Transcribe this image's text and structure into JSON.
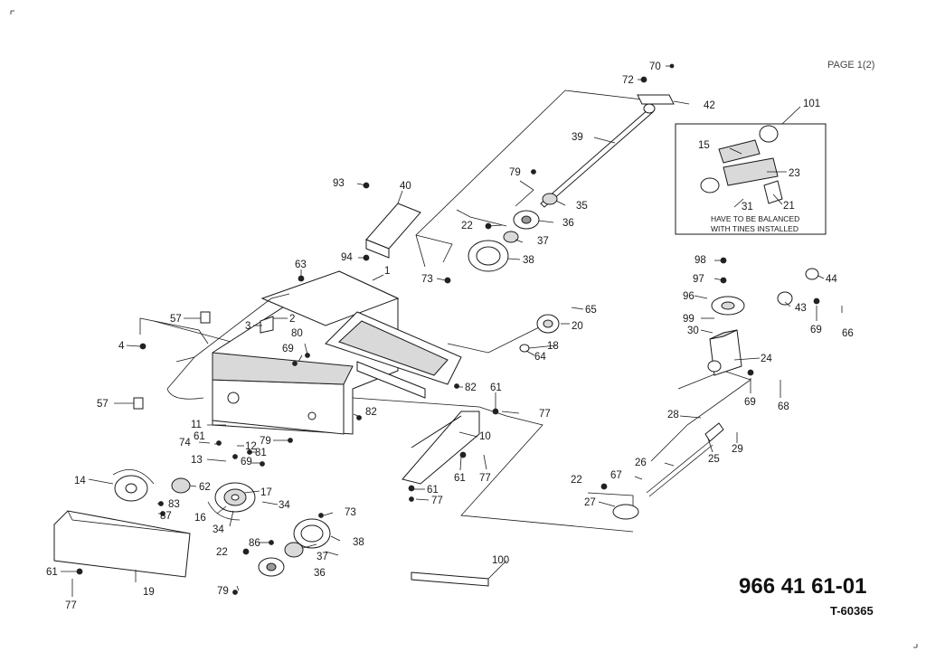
{
  "page_label": "PAGE 1(2)",
  "part_number": "966 41 61-01",
  "drawing_number": "T-60365",
  "balance_note": {
    "line1": "HAVE TO BE BALANCED",
    "line2": "WITH TINES INSTALLED"
  },
  "labels": {
    "p1": "1",
    "p2": "2",
    "p3": "3",
    "p4": "4",
    "p10": "10",
    "p11": "11",
    "p12": "12",
    "p13": "13",
    "p14": "14",
    "p15": "15",
    "p16": "16",
    "p17": "17",
    "p18": "18",
    "p19": "19",
    "p20": "20",
    "p21": "21",
    "p22a": "22",
    "p22b": "22",
    "p22c": "22",
    "p23": "23",
    "p24": "24",
    "p25": "25",
    "p26": "26",
    "p27": "27",
    "p28": "28",
    "p29": "29",
    "p30": "30",
    "p31": "31",
    "p34a": "34",
    "p34b": "34",
    "p35": "35",
    "p36a": "36",
    "p36b": "36",
    "p37a": "37",
    "p37b": "37",
    "p38a": "38",
    "p38b": "38",
    "p39": "39",
    "p40": "40",
    "p42": "42",
    "p43": "43",
    "p44": "44",
    "p57a": "57",
    "p57b": "57",
    "p61a": "61",
    "p61b": "61",
    "p61c": "61",
    "p61d": "61",
    "p61e": "61",
    "p62": "62",
    "p63": "63",
    "p64": "64",
    "p65": "65",
    "p66": "66",
    "p67": "67",
    "p68": "68",
    "p69a": "69",
    "p69b": "69",
    "p69c": "69",
    "p69d": "69",
    "p70": "70",
    "p72": "72",
    "p73a": "73",
    "p73b": "73",
    "p74": "74",
    "p77a": "77",
    "p77b": "77",
    "p77c": "77",
    "p77d": "77",
    "p79a": "79",
    "p79b": "79",
    "p79c": "79",
    "p80": "80",
    "p81": "81",
    "p82a": "82",
    "p82b": "82",
    "p83": "83",
    "p86": "86",
    "p87": "87",
    "p93": "93",
    "p94": "94",
    "p96": "96",
    "p97": "97",
    "p98": "98",
    "p99": "99",
    "p100": "100",
    "p101": "101"
  }
}
